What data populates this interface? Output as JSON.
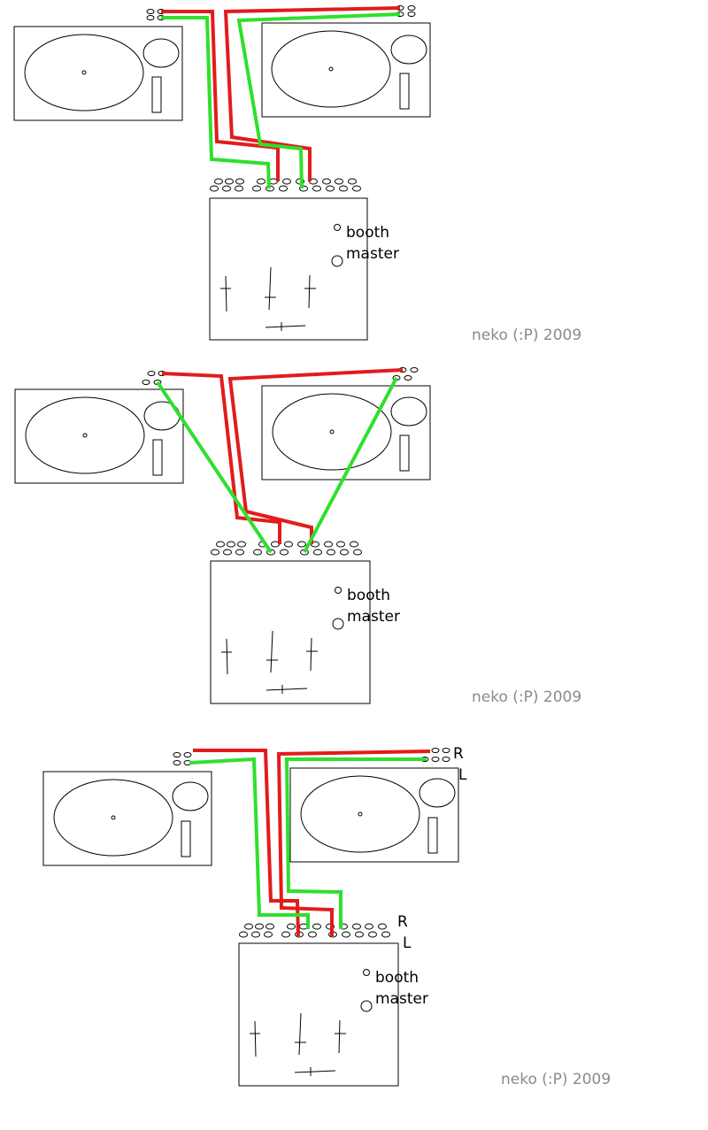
{
  "diagrams": [
    {
      "booth_label": "booth",
      "master_label": "master",
      "credit": "neko (:P) 2009",
      "channel_labels": {
        "right": "",
        "left": ""
      },
      "mixer_channel_labels": {
        "right": "",
        "left": ""
      }
    },
    {
      "booth_label": "booth",
      "master_label": "master",
      "credit": "neko (:P) 2009",
      "channel_labels": {
        "right": "",
        "left": ""
      },
      "mixer_channel_labels": {
        "right": "",
        "left": ""
      }
    },
    {
      "booth_label": "booth",
      "master_label": "master",
      "credit": "neko (:P) 2009",
      "channel_labels": {
        "right": "R",
        "left": "L"
      },
      "mixer_channel_labels": {
        "right": "R",
        "left": "L"
      }
    }
  ],
  "colors": {
    "red_cable": "#e31b1b",
    "green_cable": "#2ee02e",
    "outline": "#000000",
    "credit_text": "#8a8a8a"
  }
}
